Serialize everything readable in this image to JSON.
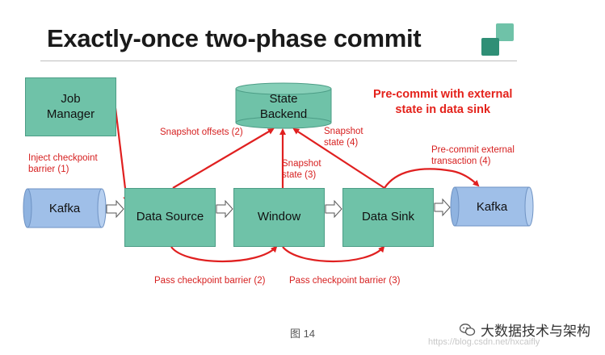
{
  "slide": {
    "title": "Exactly-once two-phase commit",
    "colors": {
      "node_fill": "#6fc2a8",
      "kafka_fill": "#9fbfe8",
      "arrow": "#e02020",
      "logo_dark": "#2f8f76",
      "logo_light": "#6fc2a8"
    }
  },
  "nodes": {
    "job_manager": "Job\nManager",
    "state_backend": "State\nBackend",
    "data_source": "Data Source",
    "window": "Window",
    "data_sink": "Data Sink",
    "kafka_in": "Kafka",
    "kafka_out": "Kafka"
  },
  "labels": {
    "inject_checkpoint": "Inject checkpoint\nbarrier (1)",
    "snapshot_offsets": "Snapshot offsets (2)",
    "snapshot_state_3": "Snapshot\nstate (3)",
    "snapshot_state_4": "Snapshot\nstate (4)",
    "precommit_external": "Pre-commit external\ntransaction (4)",
    "pass_barrier_2": "Pass checkpoint barrier (2)",
    "pass_barrier_3": "Pass checkpoint barrier (3)"
  },
  "callout": "Pre-commit with external\nstate in data sink",
  "caption": "图 14",
  "watermark": {
    "account": "大数据技术与架构",
    "url": "https://blog.csdn.net/hxcaifly"
  }
}
